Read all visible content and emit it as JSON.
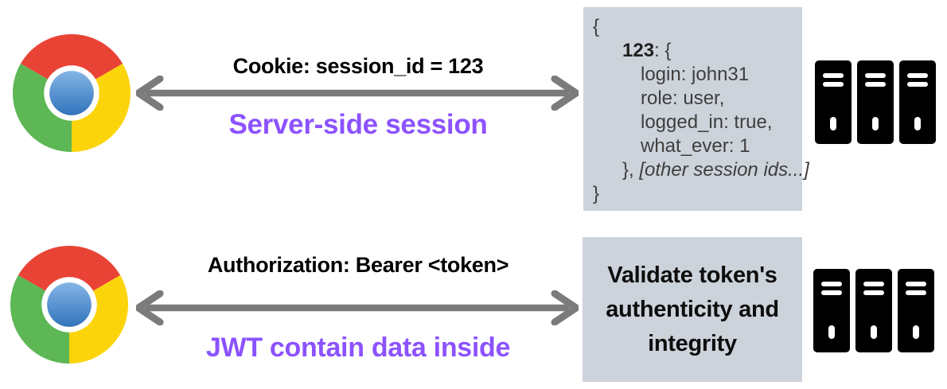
{
  "colors": {
    "accent_purple": "#8C52FF",
    "arrow_gray": "#7B7B7B",
    "box_background": "#CDD3DB",
    "server_black": "#000000",
    "code_text": "#3E3E3E",
    "chrome_red": "#E94335",
    "chrome_yellow": "#FCD40B",
    "chrome_green": "#5CB754",
    "chrome_blue_top": "#85B5E6",
    "chrome_blue_bottom": "#3173BC"
  },
  "rows": {
    "session": {
      "request_label": "Cookie: session_id = 123",
      "caption": "Server-side session",
      "store": {
        "open_brace": "{",
        "session_id": "123",
        "session_id_suffix": ": {",
        "entries": [
          "login: john31",
          "role: user,",
          "logged_in: true,",
          "what_ever: 1"
        ],
        "close_inner": "}, ",
        "other_ids": "[other session ids...]",
        "close_brace": "}"
      }
    },
    "jwt": {
      "request_label": "Authorization: Bearer <token>",
      "caption": "JWT contain data inside",
      "validate_lines": [
        "Validate token's",
        "authenticity and",
        "integrity"
      ]
    }
  }
}
